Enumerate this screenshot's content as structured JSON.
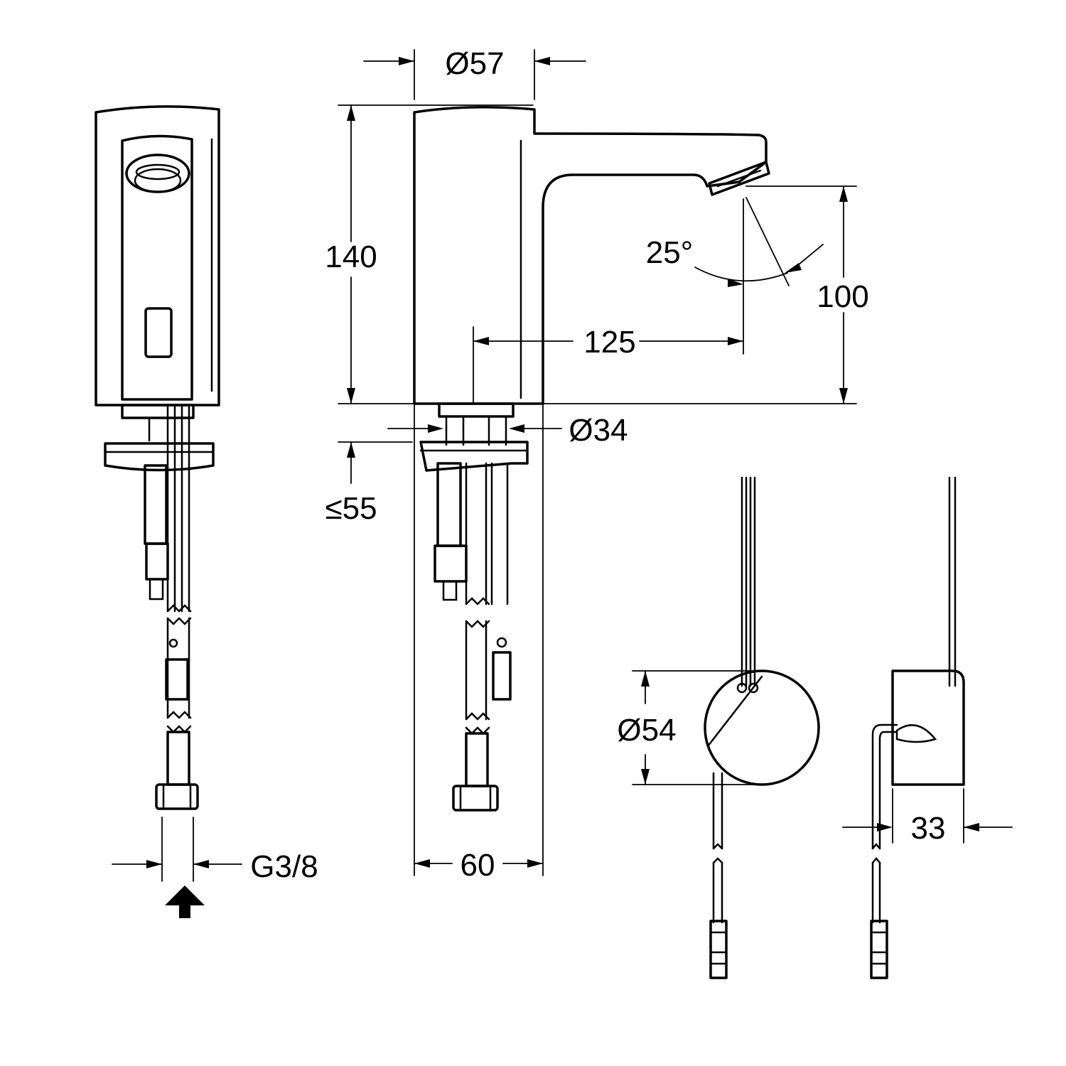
{
  "dimensions": {
    "top_diameter": "Ø57",
    "height": "140",
    "spout_reach": "125",
    "spout_height": "100",
    "spray_angle": "25°",
    "shank_diameter": "Ø34",
    "deck_thickness": "≤55",
    "base_width": "60",
    "connection_thread": "G3/8",
    "sensor_diameter": "Ø54",
    "sensor_depth": "33"
  }
}
